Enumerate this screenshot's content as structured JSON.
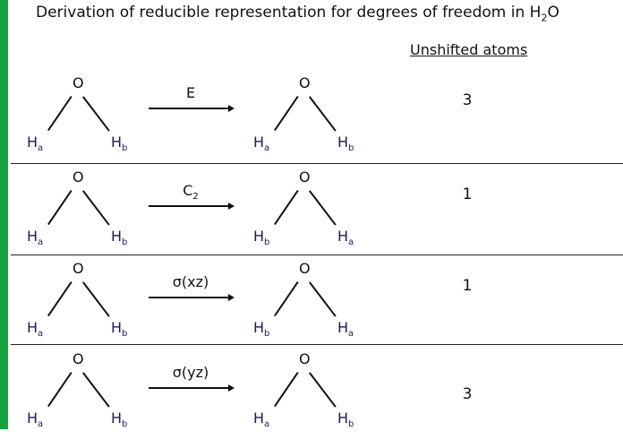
{
  "title": {
    "text": "Derivation of reducible representation for degrees of freedom in H",
    "sub": "2",
    "tail": "O"
  },
  "column_header": "Unshifted atoms",
  "rows": [
    {
      "left": {
        "o": "O",
        "h1": "H",
        "h1_sub": "a",
        "h2": "H",
        "h2_sub": "b"
      },
      "op": {
        "text": "E",
        "sub": ""
      },
      "right": {
        "o": "O",
        "h1": "H",
        "h1_sub": "a",
        "h2": "H",
        "h2_sub": "b"
      },
      "count": "3"
    },
    {
      "left": {
        "o": "O",
        "h1": "H",
        "h1_sub": "a",
        "h2": "H",
        "h2_sub": "b"
      },
      "op": {
        "text": "C",
        "sub": "2"
      },
      "right": {
        "o": "O",
        "h1": "H",
        "h1_sub": "b",
        "h2": "H",
        "h2_sub": "a"
      },
      "count": "1"
    },
    {
      "left": {
        "o": "O",
        "h1": "H",
        "h1_sub": "a",
        "h2": "H",
        "h2_sub": "b"
      },
      "op": {
        "text": "σ(xz)",
        "sub": ""
      },
      "right": {
        "o": "O",
        "h1": "H",
        "h1_sub": "b",
        "h2": "H",
        "h2_sub": "a"
      },
      "count": "1"
    },
    {
      "left": {
        "o": "O",
        "h1": "H",
        "h1_sub": "a",
        "h2": "H",
        "h2_sub": "b"
      },
      "op": {
        "text": "σ(yz)",
        "sub": ""
      },
      "right": {
        "o": "O",
        "h1": "H",
        "h1_sub": "a",
        "h2": "H",
        "h2_sub": "b"
      },
      "count": "3"
    }
  ],
  "colors": {
    "accent_bar": "#14a33a",
    "hydrogen_label": "#1a1a66"
  }
}
